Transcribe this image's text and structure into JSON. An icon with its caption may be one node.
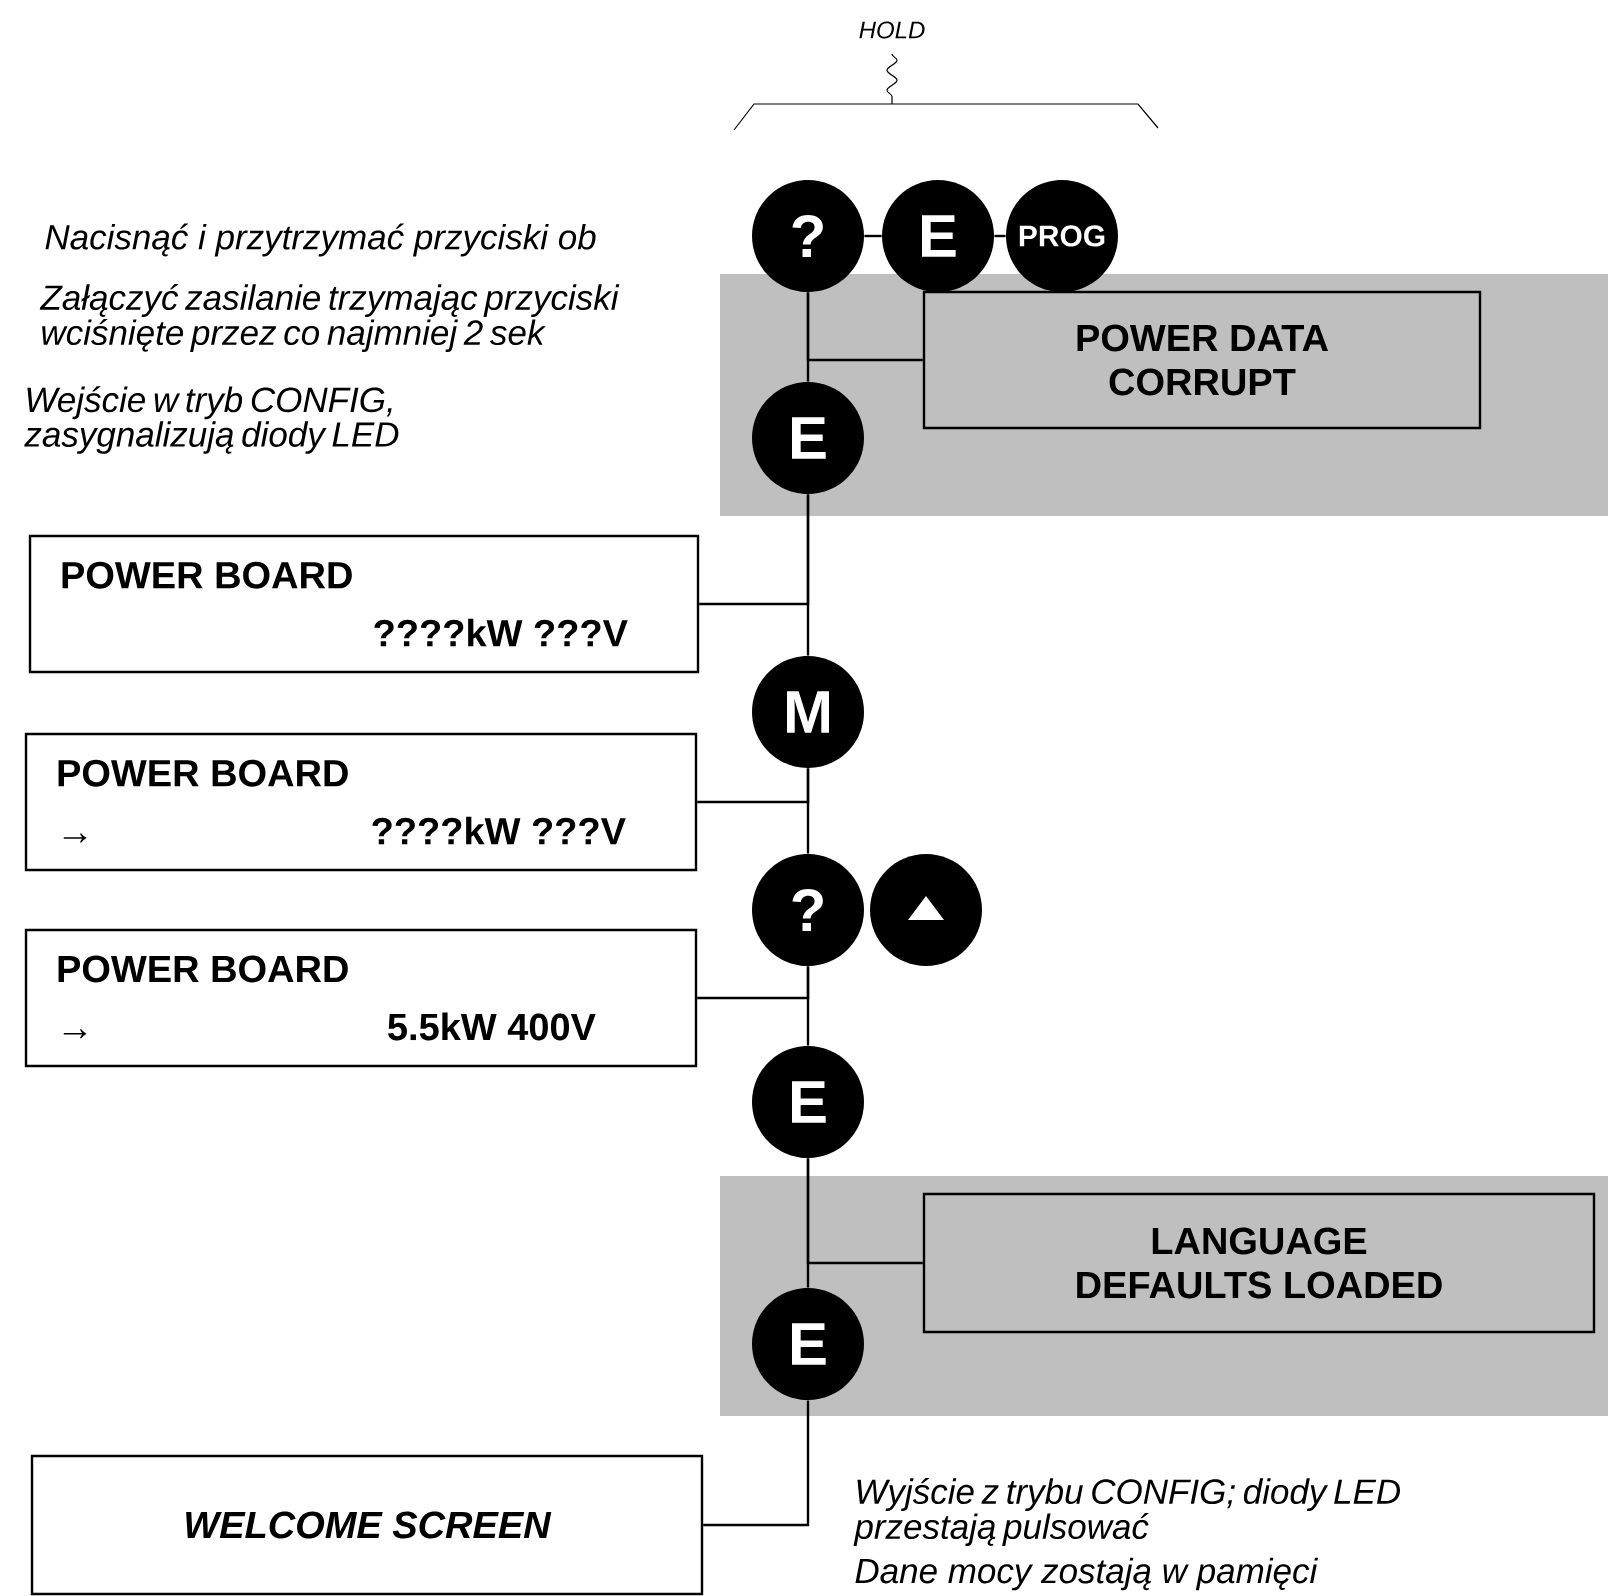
{
  "diagram": {
    "nodes": [
      {
        "text": [
          "?"
        ]
      },
      {
        "text": [
          "E"
        ]
      },
      {
        "text": [
          "PROG"
        ]
      },
      {
        "text": [
          "POWER DATA CORRUPT"
        ]
      },
      {
        "text": [
          "E"
        ]
      },
      {
        "text": [
          "POWER BOARD",
          "????kW ???V"
        ]
      },
      {
        "text": [
          "M"
        ]
      },
      {
        "text": [
          "POWER BOARD",
          "→",
          "????kW ???V"
        ]
      },
      {
        "text": [
          "?"
        ]
      },
      {
        "text": [],
        "shape": "circle"
      },
      {
        "text": [
          "POWER BOARD",
          "→",
          "5.5kW 400V"
        ]
      },
      {
        "text": [
          "E"
        ]
      },
      {
        "text": [
          "LANGUAGE DEFAULTS LOADED"
        ]
      },
      {
        "text": [
          "E"
        ]
      },
      {
        "text": [
          "WELCOME SCREEN"
        ]
      }
    ],
    "edges": [
      {
        "from": 0,
        "to": 1,
        "arrow": "none"
      },
      {
        "from": 1,
        "to": 2,
        "arrow": "none"
      },
      {
        "from": 0,
        "to": 3,
        "arrow": "none"
      },
      {
        "from": 0,
        "to": 4,
        "arrow": "none"
      },
      {
        "from": 4,
        "to": 5,
        "arrow": "none"
      },
      {
        "from": 4,
        "to": 6,
        "arrow": "none"
      },
      {
        "from": 6,
        "to": 7,
        "arrow": "none"
      },
      {
        "from": 6,
        "to": 8,
        "arrow": "none"
      },
      {
        "from": 8,
        "to": 10,
        "arrow": "none"
      },
      {
        "from": 8,
        "to": 11,
        "arrow": "none"
      },
      {
        "from": 11,
        "to": 12,
        "arrow": "none"
      },
      {
        "from": 11,
        "to": 13,
        "arrow": "none"
      },
      {
        "from": 13,
        "to": 14,
        "arrow": "none"
      }
    ],
    "labels": [
      "HOLD",
      "Nacisnąć i przytrzymać przyciski ob",
      "Załączyć zasilanie trzymając przyciski wciśnięte przez co najmniej 2 sek",
      "Wejście w tryb CONFIG, zasygnalizują diody LED",
      "Wyjście z trybu CONFIG; diody LED przestają pulsować",
      "Dane mocy zostają w pamięci"
    ]
  }
}
